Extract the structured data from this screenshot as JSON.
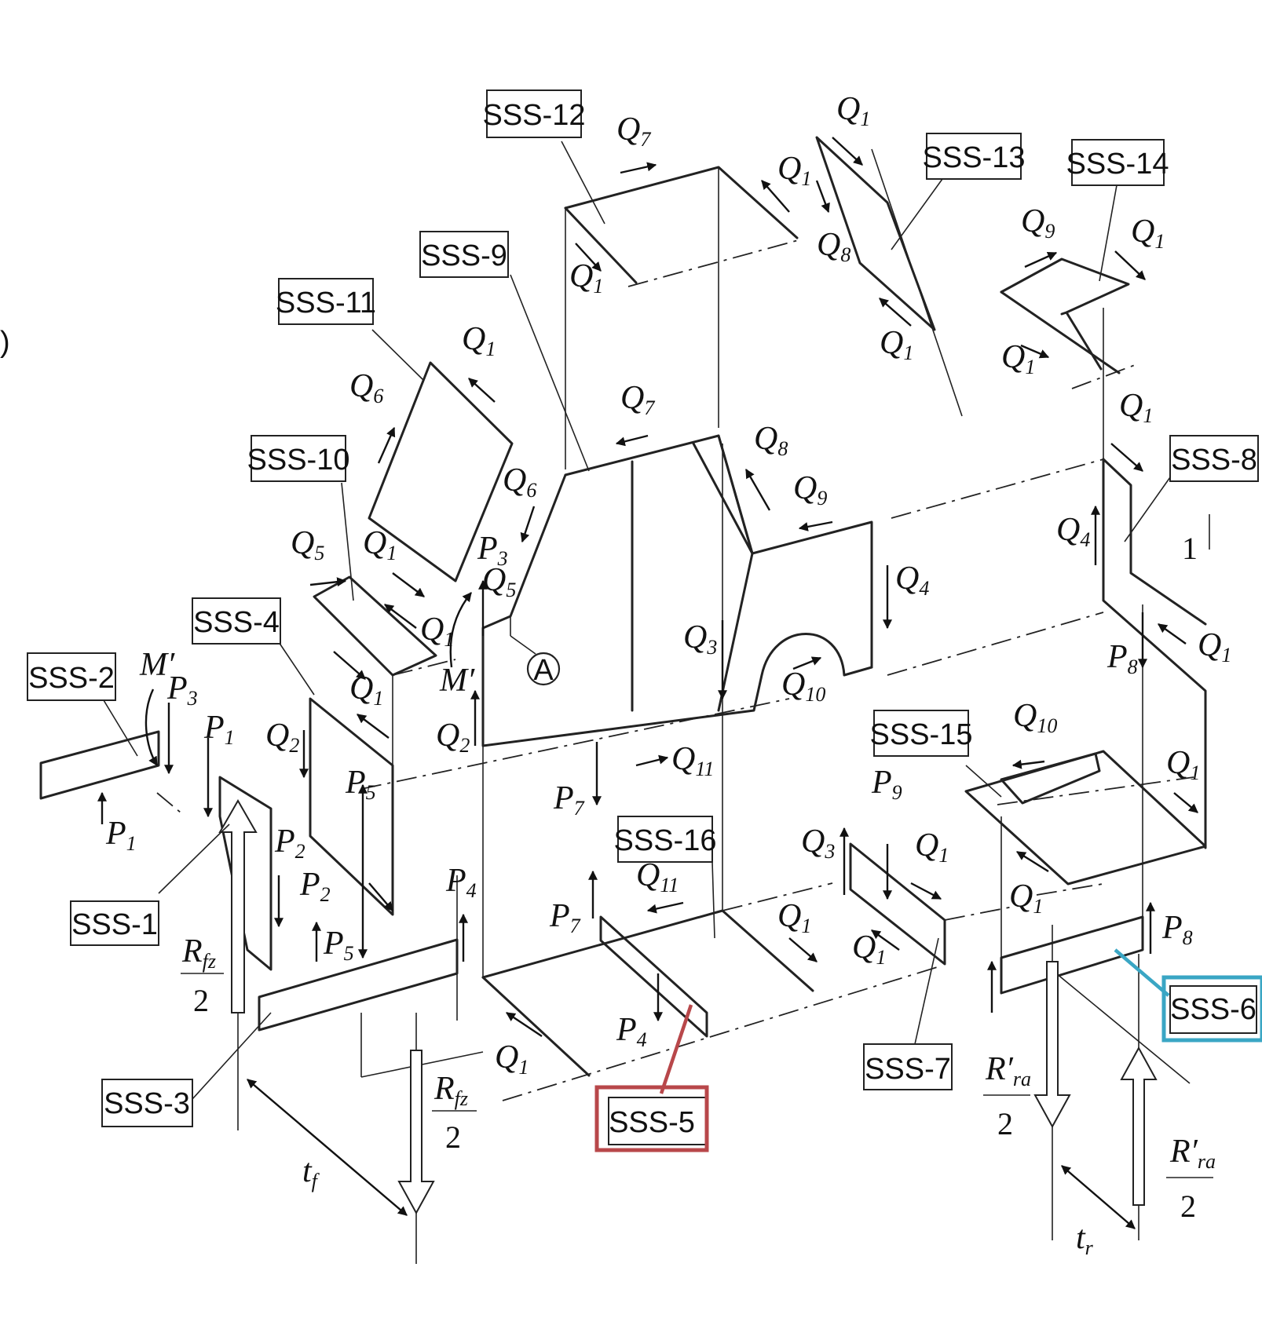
{
  "labels": {
    "sss1": "SSS-1",
    "sss2": "SSS-2",
    "sss3": "SSS-3",
    "sss4": "SSS-4",
    "sss5": "SSS-5",
    "sss6": "SSS-6",
    "sss7": "SSS-7",
    "sss8": "SSS-8",
    "sss9": "SSS-9",
    "sss10": "SSS-10",
    "sss11": "SSS-11",
    "sss12": "SSS-12",
    "sss13": "SSS-13",
    "sss14": "SSS-14",
    "sss15": "SSS-15",
    "sss16": "SSS-16"
  },
  "highlight_colors": {
    "sss5": "#b8474a",
    "sss6": "#3aa6c4"
  },
  "forces": {
    "P": "P",
    "Q": "Q",
    "M": "M′",
    "R": "R",
    "Rprime": "R′",
    "t": "t",
    "sub1": "1",
    "sub2": "2",
    "sub3": "3",
    "sub4": "4",
    "sub5": "5",
    "sub6": "6",
    "sub7": "7",
    "sub8": "8",
    "sub9": "9",
    "sub10": "10",
    "sub11": "11",
    "subfz": "fz",
    "subra": "ra",
    "subf": "f",
    "subr": "r",
    "half": "2",
    "one": "1"
  },
  "point_a": "A",
  "edge_fragment": ")"
}
